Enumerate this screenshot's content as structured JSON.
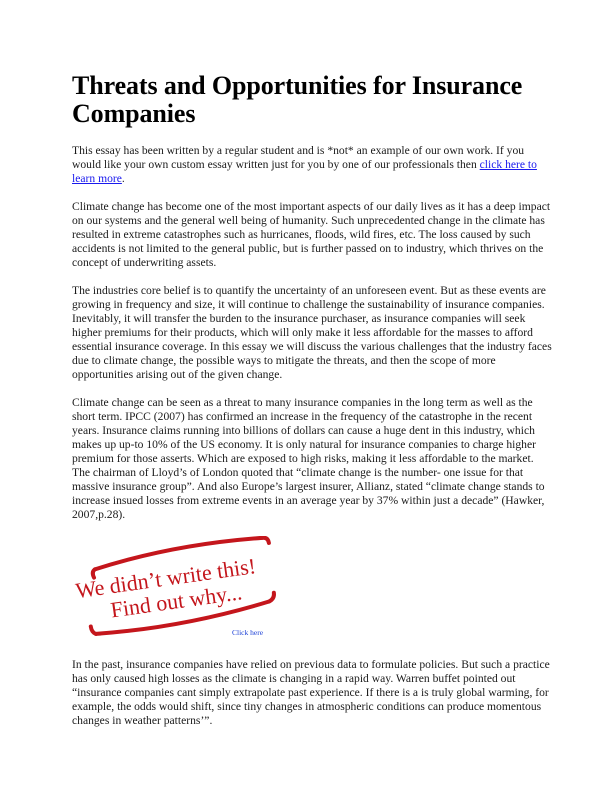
{
  "document": {
    "title": "Threats and Opportunities for Insurance Companies",
    "disclaimer": {
      "text": "This essay has been written by a regular student and is *not* an example of our own work. If you would like your own custom essay written just for you by one of our professionals then ",
      "link_text": "click here to learn more",
      "trailing": "."
    },
    "paragraphs": [
      "Climate change has become one of the most important aspects of our daily lives as it has a deep impact on our systems and the general well being of humanity. Such unprecedented change in the climate has resulted in extreme catastrophes such as hurricanes, floods, wild fires, etc. The loss caused by such accidents is not limited to the general public, but is further passed on to industry, which thrives on the concept of underwriting assets.",
      "The industries core belief is to quantify the uncertainty of an unforeseen event. But as these events are growing in frequency and size, it will continue to challenge the sustainability of insurance companies. Inevitably, it will transfer the burden to the insurance purchaser, as insurance companies will seek higher premiums for their products, which will only make it less affordable for the masses to afford essential insurance coverage. In this essay we will discuss the various challenges that the industry faces due to climate change, the possible ways to mitigate the threats, and then the scope of more opportunities arising out of the given change.",
      "Climate change can be seen as a threat to many insurance companies in the long term as well as the short term. IPCC (2007) has confirmed an increase in the frequency of the catastrophe in the recent years. Insurance claims running into billions of dollars can cause a huge dent in this industry, which makes up up-to 10% of the US economy. It is only natural for insurance companies to charge higher premium for those asserts. Which are exposed to high risks, making it less affordable to the market. The chairman of Lloyd’s of London quoted that “climate change is the number- one issue for that massive insurance group”. And also Europe’s largest insurer, Allianz, stated “climate change stands to increase insued losses from extreme events in an average year by 37% within just a decade” (Hawker, 2007,p.28).",
      "In the past, insurance companies have relied on previous data to formulate policies. But such a practice has only caused high losses as the climate is changing in a rapid way. Warren buffet pointed out “insurance companies cant simply extrapolate past experience. If there is a is truly global warming, for example, the odds would shift, since tiny changes in atmospheric conditions can produce momentous changes in weather patterns’”."
    ],
    "stamp": {
      "line1": "We didn’t write this!",
      "line2": "Find out why...",
      "color": "#c4161c",
      "click_label": "Click here"
    },
    "colors": {
      "link": "#1a1aee",
      "stamp": "#c4161c"
    }
  }
}
